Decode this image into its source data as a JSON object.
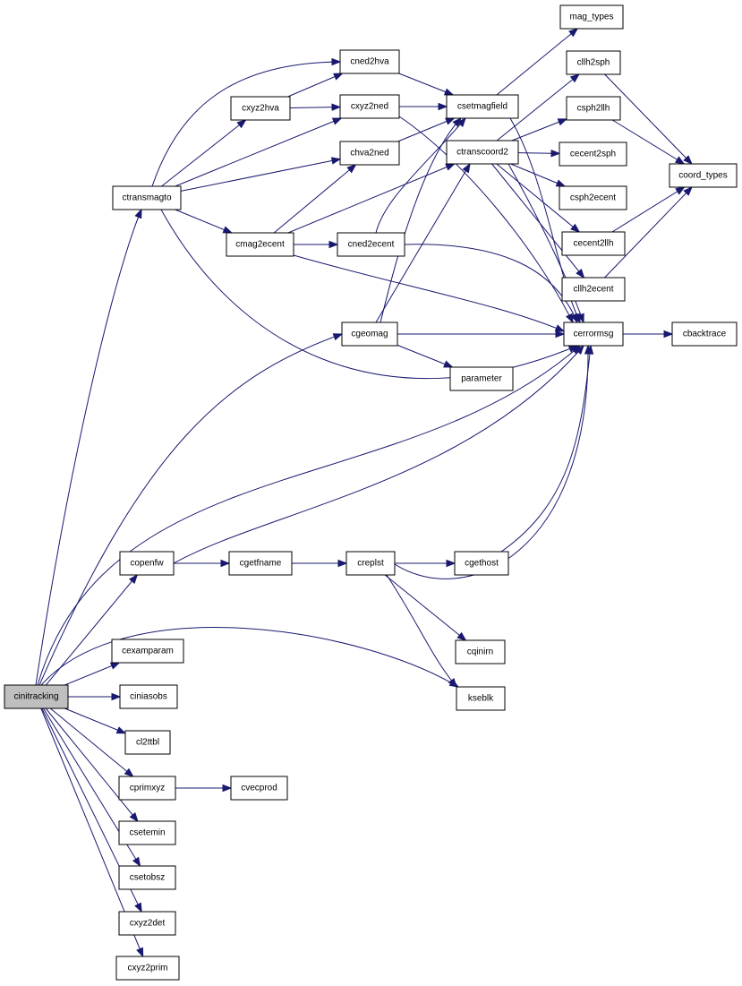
{
  "graph": {
    "root": "n_cinitracking",
    "edge_color": "#191970",
    "root_fill": "#bfbfbf",
    "nodes": [
      {
        "id": "n_mag_types",
        "label": "mag_types"
      },
      {
        "id": "n_cllh2sph",
        "label": "cllh2sph"
      },
      {
        "id": "n_cned2hva",
        "label": "cned2hva"
      },
      {
        "id": "n_cxyz2hva",
        "label": "cxyz2hva"
      },
      {
        "id": "n_cxyz2ned",
        "label": "cxyz2ned"
      },
      {
        "id": "n_csetmagfield",
        "label": "csetmagfield"
      },
      {
        "id": "n_csph2llh",
        "label": "csph2llh"
      },
      {
        "id": "n_chva2ned",
        "label": "chva2ned"
      },
      {
        "id": "n_ctranscoord2",
        "label": "ctranscoord2"
      },
      {
        "id": "n_cecent2sph",
        "label": "cecent2sph"
      },
      {
        "id": "n_coord_types",
        "label": "coord_types"
      },
      {
        "id": "n_ctransmagto",
        "label": "ctransmagto"
      },
      {
        "id": "n_csph2ecent",
        "label": "csph2ecent"
      },
      {
        "id": "n_cmag2ecent",
        "label": "cmag2ecent"
      },
      {
        "id": "n_cned2ecent",
        "label": "cned2ecent"
      },
      {
        "id": "n_cecent2llh",
        "label": "cecent2llh"
      },
      {
        "id": "n_cllh2ecent",
        "label": "cllh2ecent"
      },
      {
        "id": "n_cgeomag",
        "label": "cgeomag"
      },
      {
        "id": "n_cerrormsg",
        "label": "cerrormsg"
      },
      {
        "id": "n_cbacktrace",
        "label": "cbacktrace"
      },
      {
        "id": "n_parameter",
        "label": "parameter"
      },
      {
        "id": "n_copenfw",
        "label": "copenfw"
      },
      {
        "id": "n_cgetfname",
        "label": "cgetfname"
      },
      {
        "id": "n_creplst",
        "label": "creplst"
      },
      {
        "id": "n_cgethost",
        "label": "cgethost"
      },
      {
        "id": "n_cqinirn",
        "label": "cqinirn"
      },
      {
        "id": "n_cexamparam",
        "label": "cexamparam"
      },
      {
        "id": "n_cinitracking",
        "label": "cinitracking"
      },
      {
        "id": "n_ciniasobs",
        "label": "ciniasobs"
      },
      {
        "id": "n_kseblk",
        "label": "kseblk"
      },
      {
        "id": "n_cl2ttbl",
        "label": "cl2ttbl"
      },
      {
        "id": "n_cprimxyz",
        "label": "cprimxyz"
      },
      {
        "id": "n_cvecprod",
        "label": "cvecprod"
      },
      {
        "id": "n_csetemin",
        "label": "csetemin"
      },
      {
        "id": "n_csetobsz",
        "label": "csetobsz"
      },
      {
        "id": "n_cxyz2det",
        "label": "cxyz2det"
      },
      {
        "id": "n_cxyz2prim",
        "label": "cxyz2prim"
      }
    ],
    "edges": [
      [
        "n_cinitracking",
        "n_ctransmagto"
      ],
      [
        "n_cinitracking",
        "n_cgeomag"
      ],
      [
        "n_cinitracking",
        "n_cerrormsg"
      ],
      [
        "n_cinitracking",
        "n_copenfw"
      ],
      [
        "n_cinitracking",
        "n_kseblk"
      ],
      [
        "n_cinitracking",
        "n_cexamparam"
      ],
      [
        "n_cinitracking",
        "n_ciniasobs"
      ],
      [
        "n_cinitracking",
        "n_cl2ttbl"
      ],
      [
        "n_cinitracking",
        "n_cprimxyz"
      ],
      [
        "n_cinitracking",
        "n_csetemin"
      ],
      [
        "n_cinitracking",
        "n_csetobsz"
      ],
      [
        "n_cinitracking",
        "n_cxyz2det"
      ],
      [
        "n_cinitracking",
        "n_cxyz2prim"
      ],
      [
        "n_ctransmagto",
        "n_cned2hva"
      ],
      [
        "n_ctransmagto",
        "n_cxyz2hva"
      ],
      [
        "n_ctransmagto",
        "n_cxyz2ned"
      ],
      [
        "n_ctransmagto",
        "n_chva2ned"
      ],
      [
        "n_ctransmagto",
        "n_cmag2ecent"
      ],
      [
        "n_ctransmagto",
        "n_cerrormsg"
      ],
      [
        "n_cxyz2hva",
        "n_cned2hva"
      ],
      [
        "n_cxyz2hva",
        "n_cxyz2ned"
      ],
      [
        "n_cned2hva",
        "n_csetmagfield"
      ],
      [
        "n_cxyz2ned",
        "n_csetmagfield"
      ],
      [
        "n_cxyz2ned",
        "n_cerrormsg"
      ],
      [
        "n_chva2ned",
        "n_csetmagfield"
      ],
      [
        "n_csetmagfield",
        "n_mag_types"
      ],
      [
        "n_csetmagfield",
        "n_cerrormsg"
      ],
      [
        "n_cmag2ecent",
        "n_chva2ned"
      ],
      [
        "n_cmag2ecent",
        "n_ctranscoord2"
      ],
      [
        "n_cmag2ecent",
        "n_cned2ecent"
      ],
      [
        "n_cmag2ecent",
        "n_cerrormsg"
      ],
      [
        "n_cned2ecent",
        "n_csetmagfield"
      ],
      [
        "n_cned2ecent",
        "n_cerrormsg"
      ],
      [
        "n_ctranscoord2",
        "n_cllh2sph"
      ],
      [
        "n_ctranscoord2",
        "n_csph2llh"
      ],
      [
        "n_ctranscoord2",
        "n_cecent2sph"
      ],
      [
        "n_ctranscoord2",
        "n_csph2ecent"
      ],
      [
        "n_ctranscoord2",
        "n_cecent2llh"
      ],
      [
        "n_ctranscoord2",
        "n_cllh2ecent"
      ],
      [
        "n_ctranscoord2",
        "n_cerrormsg"
      ],
      [
        "n_cllh2sph",
        "n_coord_types"
      ],
      [
        "n_csph2llh",
        "n_coord_types"
      ],
      [
        "n_cecent2llh",
        "n_coord_types"
      ],
      [
        "n_cllh2ecent",
        "n_coord_types"
      ],
      [
        "n_cgeomag",
        "n_csetmagfield"
      ],
      [
        "n_cgeomag",
        "n_ctranscoord2"
      ],
      [
        "n_cgeomag",
        "n_cerrormsg"
      ],
      [
        "n_cgeomag",
        "n_parameter"
      ],
      [
        "n_cerrormsg",
        "n_cbacktrace"
      ],
      [
        "n_copenfw",
        "n_cgetfname"
      ],
      [
        "n_copenfw",
        "n_cerrormsg"
      ],
      [
        "n_cgetfname",
        "n_creplst"
      ],
      [
        "n_creplst",
        "n_cgethost"
      ],
      [
        "n_creplst",
        "n_cerrormsg"
      ],
      [
        "n_creplst",
        "n_cqinirn"
      ],
      [
        "n_creplst",
        "n_kseblk"
      ],
      [
        "n_cgethost",
        "n_cerrormsg"
      ],
      [
        "n_cprimxyz",
        "n_cvecprod"
      ]
    ]
  }
}
